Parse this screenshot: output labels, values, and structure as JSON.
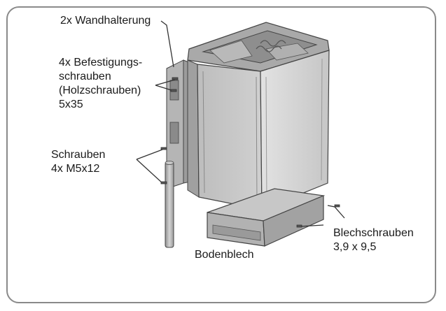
{
  "labels": {
    "wall_bracket": "2x Wandhalterung",
    "fixing_screws": [
      "4x Befestigungs-",
      "schrauben",
      "(Holzschrauben)",
      "5x35"
    ],
    "screws": [
      "Schrauben",
      "4x M5x12"
    ],
    "sheet_metal_screws": [
      "Blechschrauben",
      "3,9 x 9,5"
    ],
    "bottom_plate": "Bodenblech"
  },
  "colors": {
    "frame": "#8a8a8a",
    "outline": "#444444",
    "body_front": "#c9c9c9",
    "body_side": "#d9d9d9",
    "body_dark": "#9c9c9c",
    "text": "#1a1a1a"
  },
  "icons": [
    "sauna-heater-body",
    "wall-bracket",
    "rod",
    "screw",
    "bottom-plate"
  ]
}
